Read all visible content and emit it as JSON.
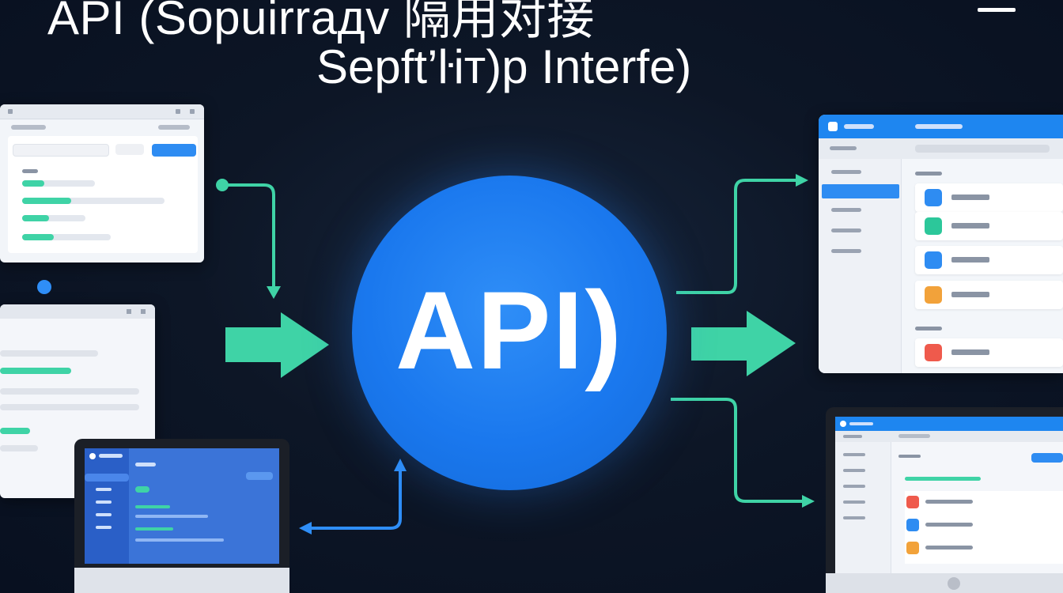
{
  "header": {
    "title": "API (Sopuirrадv 隔用对接",
    "subtitle": "Sepft’ŀiт)p Interfe)"
  },
  "center": {
    "label": "API)"
  },
  "colors": {
    "background": "#0d1626",
    "api_circle": "#1a78ee",
    "arrow_teal": "#3fd3a6",
    "arrow_blue": "#2f8ef7",
    "window_header": "#1e86f0",
    "laptop_screen": "#3b74d8"
  },
  "icons": [
    "menu-icon",
    "arrow-right-icon",
    "document-icon",
    "rocket-icon",
    "calendar-icon",
    "folder-icon",
    "alert-icon"
  ]
}
